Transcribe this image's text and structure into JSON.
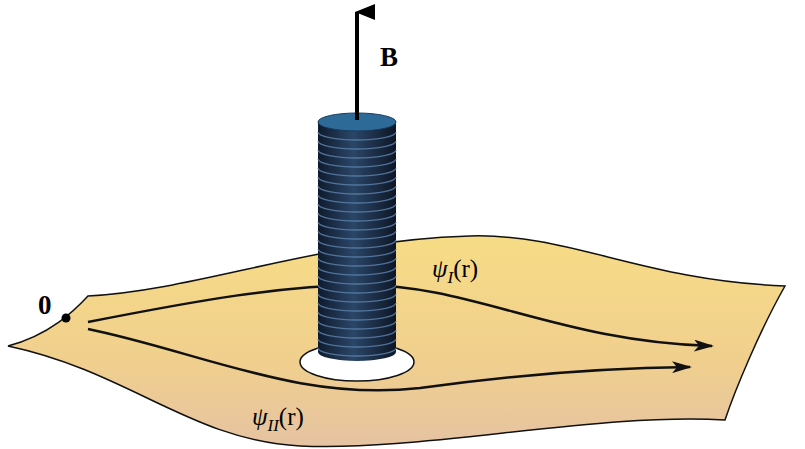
{
  "diagram": {
    "labels": [
      "B",
      "0",
      "ψI(r)",
      "ψII(r)"
    ]
  }
}
